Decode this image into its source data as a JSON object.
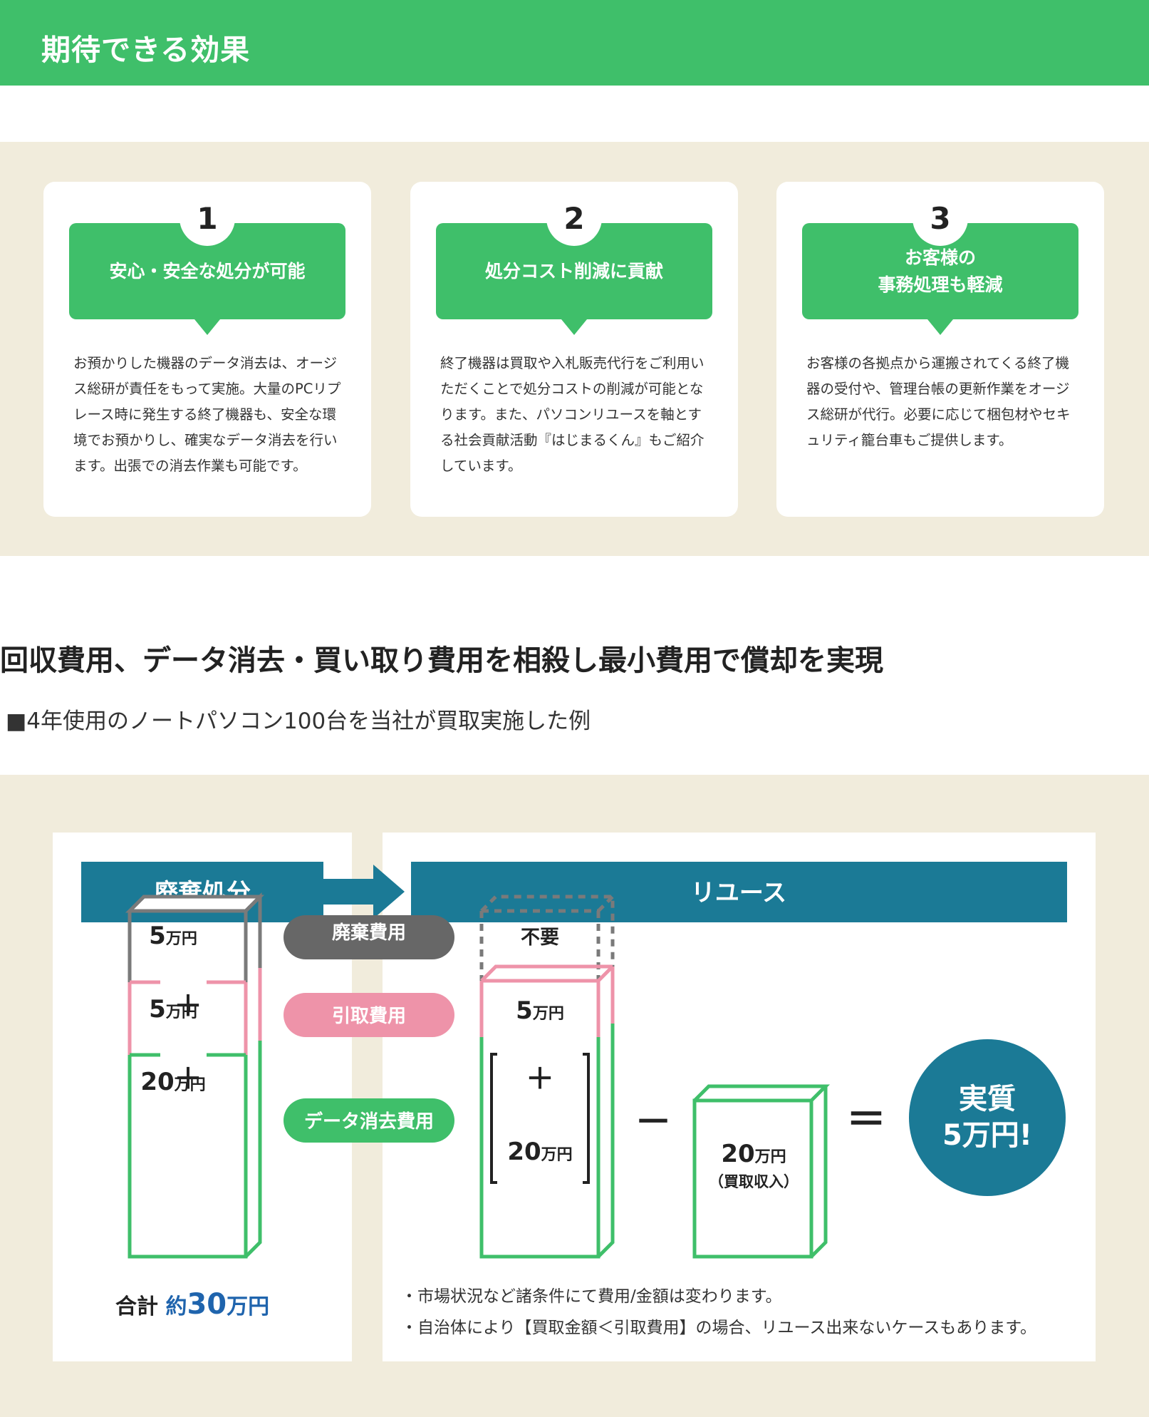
{
  "header": {
    "title": "期待できる効果"
  },
  "effects": [
    {
      "number": "1",
      "title": "安心・安全な処分が可能",
      "body": "お預かりした機器のデータ消去は、オージス総研が責任をもって実施。大量のPCリプレース時に発生する終了機器も、安全な環境でお預かりし、確実なデータ消去を行います。出張での消去作業も可能です。"
    },
    {
      "number": "2",
      "title": "処分コスト削減に貢献",
      "body": "終了機器は買取や入札販売代行をご利用いただくことで処分コストの削減が可能となります。また、パソコンリユースを軸とする社会貢献活動『はじまるくん』もご紹介しています。"
    },
    {
      "number": "3",
      "title": "お客様の\n事務処理も軽減",
      "body": "お客様の各拠点から運搬されてくる終了機器の受付や、管理台帳の更新作業をオージス総研が代行。必要に応じて梱包材やセキュリティ籠台車もご提供します。"
    }
  ],
  "section2": {
    "title": "回収費用、データ消去・買い取り費用を相殺し最小費用で償却を実現",
    "subtitle": "■4年使用のノートパソコン100台を当社が買取実施した例"
  },
  "comparison": {
    "disposal_label": "廃棄処分",
    "reuse_label": "リユース",
    "left_stack": {
      "top": "5",
      "mid": "5",
      "bottom": "20",
      "unit": "万円",
      "plus": "＋"
    },
    "fee_labels": {
      "disposal": "廃棄費用",
      "pickup": "引取費用",
      "erase": "データ消去費用"
    },
    "not_needed": "不要",
    "reuse_stack": {
      "top": "5",
      "bottom": "20",
      "unit": "万円",
      "plus": "＋"
    },
    "minus": "－",
    "buy_value": "20",
    "buy_unit": "万円",
    "buy_note": "（買取収入）",
    "equals": "＝",
    "result_line1": "実質",
    "result_line2": "5万円!",
    "total_prefix": "合計",
    "total_approx": "約",
    "total_value": "30",
    "total_unit": "万円",
    "notes": [
      "・市場状況など諸条件にて費用/金額は変わります。",
      "・自治体により【買取金額＜引取費用】の場合、リユース出来ないケースもあります。"
    ],
    "colors": {
      "teal": "#1b7a96",
      "green": "#3fbf6a",
      "pink": "#ee93a9",
      "gray": "#7a7a7a",
      "blue_total": "#1f64ad"
    }
  }
}
